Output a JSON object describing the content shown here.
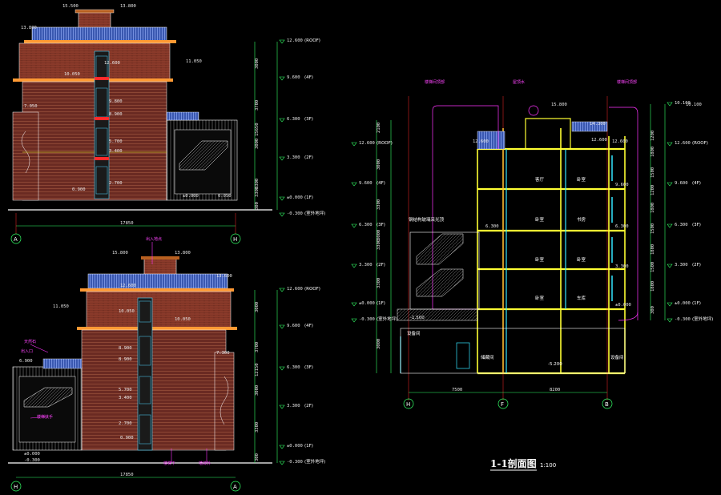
{
  "colors": {
    "background": "#000000",
    "brick": "#8a3a2a",
    "brick_dark": "#5a2418",
    "roof": "#5a78c8",
    "outline": "#ffffff",
    "dim_green": "#33ff66",
    "annot_magenta": "#ff33ff",
    "slab_yellow": "#ffff33",
    "cyan": "#33e6ff",
    "window_cyan": "#4fd6ff",
    "red": "#ff2a2a",
    "orange": "#ff9933"
  },
  "drawing_1": {
    "levels": [
      {
        "elev": "12.600",
        "note": "(ROOF)"
      },
      {
        "elev": "9.600",
        "note": "(4F)"
      },
      {
        "elev": "6.300",
        "note": "(3F)"
      },
      {
        "elev": "3.300",
        "note": "(2F)"
      },
      {
        "elev": "±0.000",
        "note": "(1F)"
      },
      {
        "elev": "-0.300",
        "note": "(室外地坪)"
      }
    ],
    "internal_elevs": [
      "15.500",
      "13.800",
      "13.800",
      "12.600",
      "11.050",
      "10.050",
      "9.800",
      "8.900",
      "7.050",
      "5.700",
      "3.400",
      "2.700",
      "0.900",
      "±0.000",
      "0.050"
    ],
    "dims": [
      "3000",
      "3700",
      "3000",
      "3300",
      "3300",
      "300",
      "15650"
    ],
    "width_dim": "17850",
    "axes": [
      "A",
      "H"
    ]
  },
  "drawing_2": {
    "levels": [
      {
        "elev": "12.600",
        "note": "(ROOF)"
      },
      {
        "elev": "9.600",
        "note": "(4F)"
      },
      {
        "elev": "6.300",
        "note": "(3F)"
      },
      {
        "elev": "3.300",
        "note": "(2F)"
      },
      {
        "elev": "±0.000",
        "note": "(1F)"
      },
      {
        "elev": "-0.300",
        "note": "(室外地坪)"
      }
    ],
    "internal_elevs": [
      "15.800",
      "13.800",
      "13.600",
      "12.600",
      "11.050",
      "10.050",
      "10.050",
      "8.900",
      "7.300",
      "6.900",
      "5.700",
      "3.400",
      "2.700",
      "0.900",
      "±0.000",
      "-0.300",
      "8.900"
    ],
    "dims": [
      "3000",
      "3700",
      "3000",
      "3300",
      "300",
      "12150"
    ],
    "width_dim": "17850",
    "axes": [
      "H",
      "A"
    ],
    "callouts": [
      "出入地点",
      "天然石",
      "楼梯扶手",
      "楼梯下",
      "墙体外",
      "出入口"
    ]
  },
  "section": {
    "title": "1-1剖面图",
    "scale": "1:100",
    "axes": [
      "H",
      "F",
      "B"
    ],
    "bay_dims": [
      "7500",
      "8200"
    ],
    "callouts": [
      "楼梯间顶部",
      "屋顶水",
      "楼梯间顶部"
    ],
    "top_elevs": [
      "15.800",
      "14.300",
      "12.600",
      "12.600",
      "10.100"
    ],
    "levels_left": [
      {
        "elev": "12.600",
        "note": "(ROOF)"
      },
      {
        "elev": "9.600",
        "note": "(4F)"
      },
      {
        "elev": "6.300",
        "note": "(3F)"
      },
      {
        "elev": "3.300",
        "note": "(2F)"
      },
      {
        "elev": "±0.000",
        "note": "(1F)"
      },
      {
        "elev": "-0.300",
        "note": "(室外地坪)"
      }
    ],
    "levels_right": [
      {
        "elev": "10.100",
        "note": ""
      },
      {
        "elev": "12.600",
        "note": "(ROOF)"
      },
      {
        "elev": "9.600",
        "note": "(4F)"
      },
      {
        "elev": "6.300",
        "note": "(3F)"
      },
      {
        "elev": "3.300",
        "note": "(2F)"
      },
      {
        "elev": "±0.000",
        "note": "(1F)"
      },
      {
        "elev": "-0.300",
        "note": "(室外地坪)"
      }
    ],
    "basement_elev": "-5.200",
    "ground_elev": "-1.500",
    "roof_note": "钢结构玻璃采光顶",
    "room_labels": [
      "客厅",
      "卧室",
      "卧室",
      "卧室",
      "卧室",
      "书房",
      "卧室",
      "车库",
      "储藏间",
      "设备间",
      "设备间"
    ],
    "left_dims": [
      "2100",
      "3000",
      "3300",
      "3300",
      "3300",
      "3000",
      "3000"
    ],
    "right_dims": [
      "1200",
      "1800",
      "1500",
      "1200",
      "1800",
      "1500",
      "1800",
      "1500",
      "1800",
      "300"
    ],
    "extra_elevs": [
      "6.300",
      "12.600",
      "9.600",
      "6.300",
      "3.300",
      "±0.000"
    ]
  }
}
